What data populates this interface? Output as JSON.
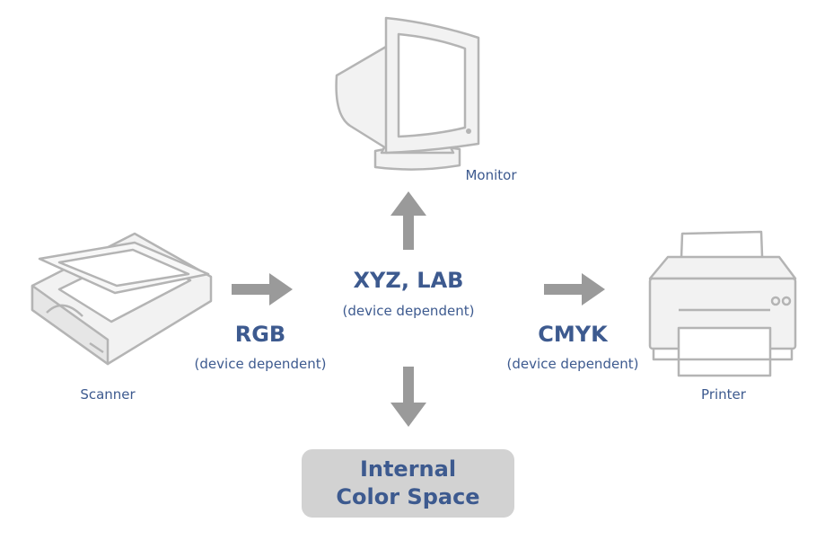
{
  "colors": {
    "text": "#3d5a8f",
    "arrow": "#9a9a9a",
    "device_stroke": "#b4b4b4",
    "device_fill": "#f2f2f2",
    "box_fill": "#d2d2d2"
  },
  "devices": {
    "monitor": {
      "label": "Monitor",
      "icon": "monitor-icon"
    },
    "scanner": {
      "label": "Scanner",
      "icon": "scanner-icon"
    },
    "printer": {
      "label": "Printer",
      "icon": "printer-icon"
    }
  },
  "spaces": {
    "xyz": {
      "title": "XYZ, LAB",
      "subtitle": "(device dependent)"
    },
    "rgb": {
      "title": "RGB",
      "subtitle": "(device dependent)"
    },
    "cmyk": {
      "title": "CMYK",
      "subtitle": "(device dependent)"
    }
  },
  "internal": {
    "line1": "Internal",
    "line2": "Color Space"
  }
}
